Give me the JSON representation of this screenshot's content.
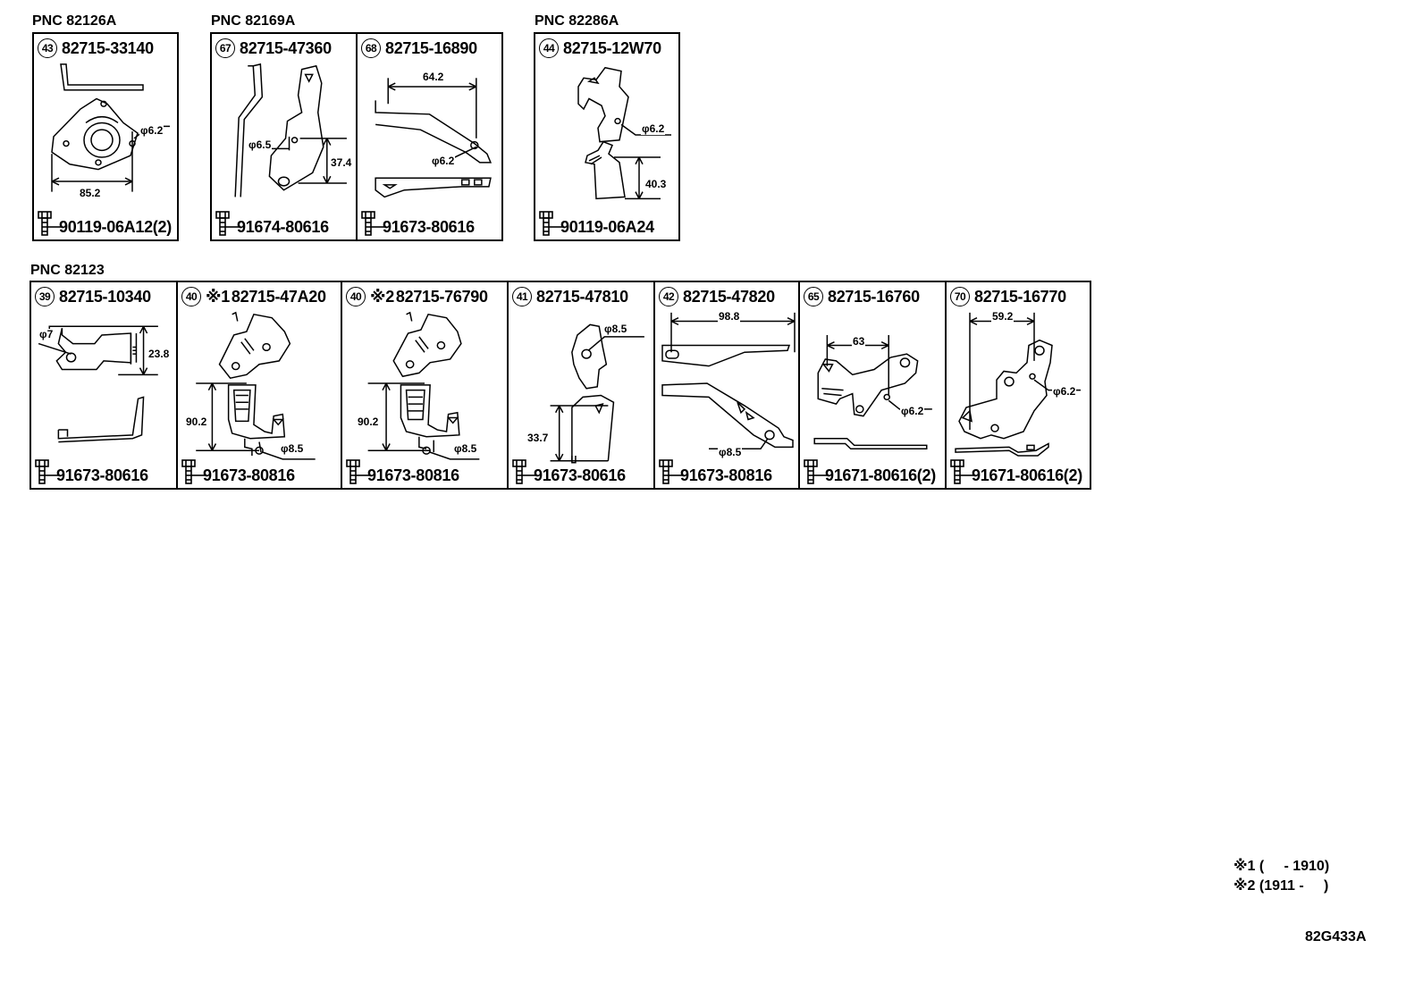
{
  "rows": [
    {
      "groups": [
        {
          "pnc": "PNC 82126A",
          "cells": [
            {
              "index": "43",
              "note": "",
              "part": "82715-33140",
              "bolt": "90119-06A12(2)",
              "dims": [
                "φ6.2",
                "85.2"
              ]
            }
          ]
        },
        {
          "pnc": "PNC 82169A",
          "cells": [
            {
              "index": "67",
              "note": "",
              "part": "82715-47360",
              "bolt": "91674-80616",
              "dims": [
                "φ6.5",
                "37.4"
              ]
            },
            {
              "index": "68",
              "note": "",
              "part": "82715-16890",
              "bolt": "91673-80616",
              "dims": [
                "64.2",
                "φ6.2"
              ]
            }
          ]
        },
        {
          "pnc": "PNC 82286A",
          "cells": [
            {
              "index": "44",
              "note": "",
              "part": "82715-12W70",
              "bolt": "90119-06A24",
              "dims": [
                "φ6.2",
                "40.3"
              ]
            }
          ]
        }
      ]
    },
    {
      "groups": [
        {
          "pnc": "PNC 82123",
          "cells": [
            {
              "index": "39",
              "note": "",
              "part": "82715-10340",
              "bolt": "91673-80616",
              "dims": [
                "φ7",
                "23.8"
              ]
            },
            {
              "index": "40",
              "note": "※1",
              "part": "82715-47A20",
              "bolt": "91673-80816",
              "dims": [
                "90.2",
                "φ8.5"
              ]
            },
            {
              "index": "40",
              "note": "※2",
              "part": "82715-76790",
              "bolt": "91673-80816",
              "dims": [
                "90.2",
                "φ8.5"
              ]
            },
            {
              "index": "41",
              "note": "",
              "part": "82715-47810",
              "bolt": "91673-80616",
              "dims": [
                "φ8.5",
                "33.7"
              ]
            },
            {
              "index": "42",
              "note": "",
              "part": "82715-47820",
              "bolt": "91673-80816",
              "dims": [
                "98.8",
                "φ8.5"
              ]
            },
            {
              "index": "65",
              "note": "",
              "part": "82715-16760",
              "bolt": "91671-80616(2)",
              "dims": [
                "63",
                "φ6.2"
              ]
            },
            {
              "index": "70",
              "note": "",
              "part": "82715-16770",
              "bolt": "91671-80616(2)",
              "dims": [
                "59.2",
                "φ6.2"
              ]
            }
          ]
        }
      ]
    }
  ],
  "legend": [
    "※1 (     - 1910)",
    "※2 (1911 -     )"
  ],
  "drawing_code": "82G433A"
}
